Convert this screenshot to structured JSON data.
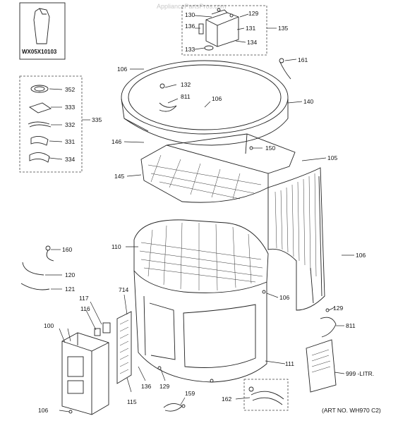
{
  "watermark": "AppliancePartsPros.com",
  "art_no": "(ART NO. WH970 C2)",
  "tool_box": {
    "label": "WX05X10103"
  },
  "callouts": {
    "c129a": "129",
    "c130": "130",
    "c131": "131",
    "c134": "134",
    "c133": "133",
    "c135": "135",
    "c136a": "136",
    "c106a": "106",
    "c161": "161",
    "c132": "132",
    "c811a": "811",
    "c106b": "106",
    "c140": "140",
    "c352": "352",
    "c333": "333",
    "c332": "332",
    "c331": "331",
    "c334": "334",
    "c335": "335",
    "c146": "146",
    "c150": "150",
    "c105": "105",
    "c145": "145",
    "c160": "160",
    "c110": "110",
    "c106c": "106",
    "c120": "120",
    "c121": "121",
    "c117": "117",
    "c714": "714",
    "c116": "116",
    "c106d": "106",
    "c100": "100",
    "c129b": "129",
    "c811b": "811",
    "c136b": "136",
    "c129c": "129",
    "c111": "111",
    "c999": "999 -LITR.",
    "c115": "115",
    "c159": "159",
    "c162": "162",
    "c106e": "106"
  }
}
